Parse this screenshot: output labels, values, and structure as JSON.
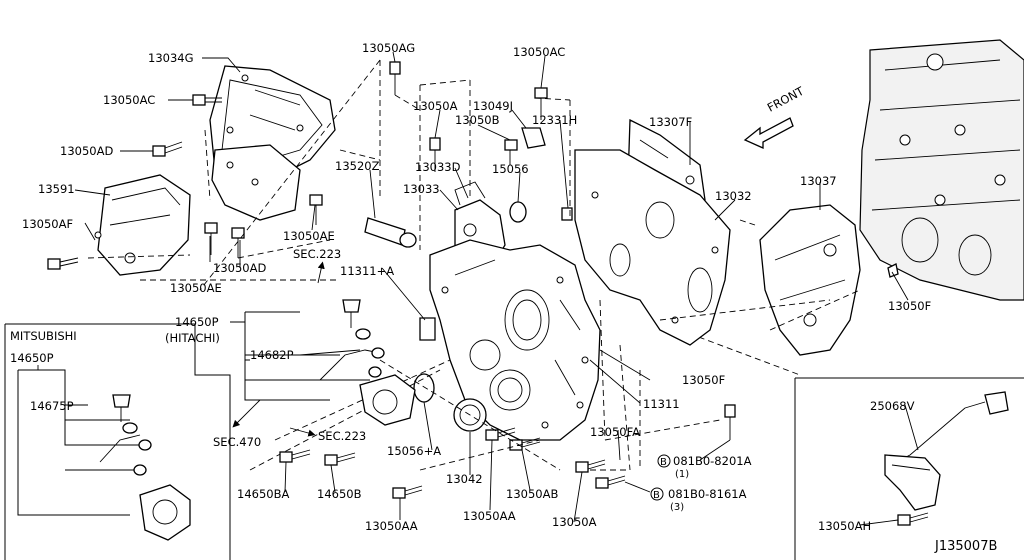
{
  "diagram_id": "J135007B",
  "direction_label": "FRONT",
  "insets": {
    "mitsubishi_title": "MITSUBISHI",
    "hitachi_label": "(HITACHI)"
  },
  "sections": {
    "sec223_top": "SEC.223",
    "sec223_mid": "SEC.223",
    "sec470": "SEC.470"
  },
  "bolt_callouts": {
    "b1": {
      "marker": "B",
      "code": "081B0-8201A",
      "qty": "(1)"
    },
    "b2": {
      "marker": "B",
      "code": "081B0-8161A",
      "qty": "(3)"
    }
  },
  "parts": {
    "p13034G": "13034G",
    "p13050AC_a": "13050AC",
    "p13050AD_a": "13050AD",
    "p13591": "13591",
    "p13050AF": "13050AF",
    "p13050AE_a": "13050AE",
    "p13050AD_b": "13050AD",
    "p13050AE_b": "13050AE",
    "p13050AG": "13050AG",
    "p13050A_a": "13050A",
    "p13050B": "13050B",
    "p13049J": "13049J",
    "p13050AC_b": "13050AC",
    "p12331H": "12331H",
    "p13033D": "13033D",
    "p13033": "13033",
    "p15056": "15056",
    "p13520Z": "13520Z",
    "p13307F": "13307F",
    "p13032": "13032",
    "p13037": "13037",
    "p13050F_a": "13050F",
    "p11311A": "11311+A",
    "p14650P_a": "14650P",
    "p14682P": "14682P",
    "p14650P_b": "14650P",
    "p14675P": "14675P",
    "p13050F_b": "13050F",
    "p11311": "11311",
    "p13050FA": "13050FA",
    "p15056A": "15056+A",
    "p13042": "13042",
    "p13050AB": "13050AB",
    "p13050AA_a": "13050AA",
    "p13050AA_b": "13050AA",
    "p13050A_b": "13050A",
    "p14650BA": "14650BA",
    "p14650B": "14650B",
    "p25068V": "25068V",
    "p13050AH": "13050AH"
  }
}
